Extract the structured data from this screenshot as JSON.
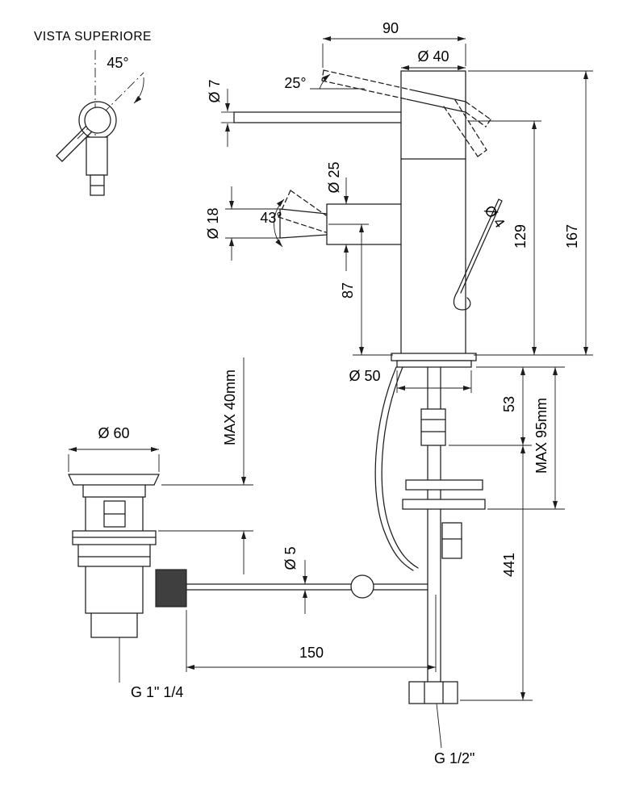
{
  "meta": {
    "background": "#ffffff",
    "line_color": "#1c1c1c",
    "drawing_type": "faucet technical dimension drawing"
  },
  "top_view": {
    "title": "VISTA SUPERIORE",
    "angle_45": "45°"
  },
  "faucet": {
    "dim_90": "90",
    "dim_d40": "Ø 40",
    "dim_d7": "Ø 7",
    "dim_25deg": "25°",
    "dim_d25": "Ø 25",
    "dim_d18": "Ø 18",
    "dim_43deg": "43°",
    "dim_d4": "Ø 4",
    "dim_129": "129",
    "dim_167": "167",
    "dim_87": "87",
    "dim_d50": "Ø 50",
    "dim_53": "53",
    "dim_max95": "MAX 95mm",
    "dim_441": "441",
    "thread_supply": "G 1/2\""
  },
  "drain": {
    "dim_d60": "Ø 60",
    "dim_max40": "MAX 40mm",
    "dim_d5": "Ø 5",
    "dim_150": "150",
    "thread_drain": "G 1\" 1/4"
  }
}
